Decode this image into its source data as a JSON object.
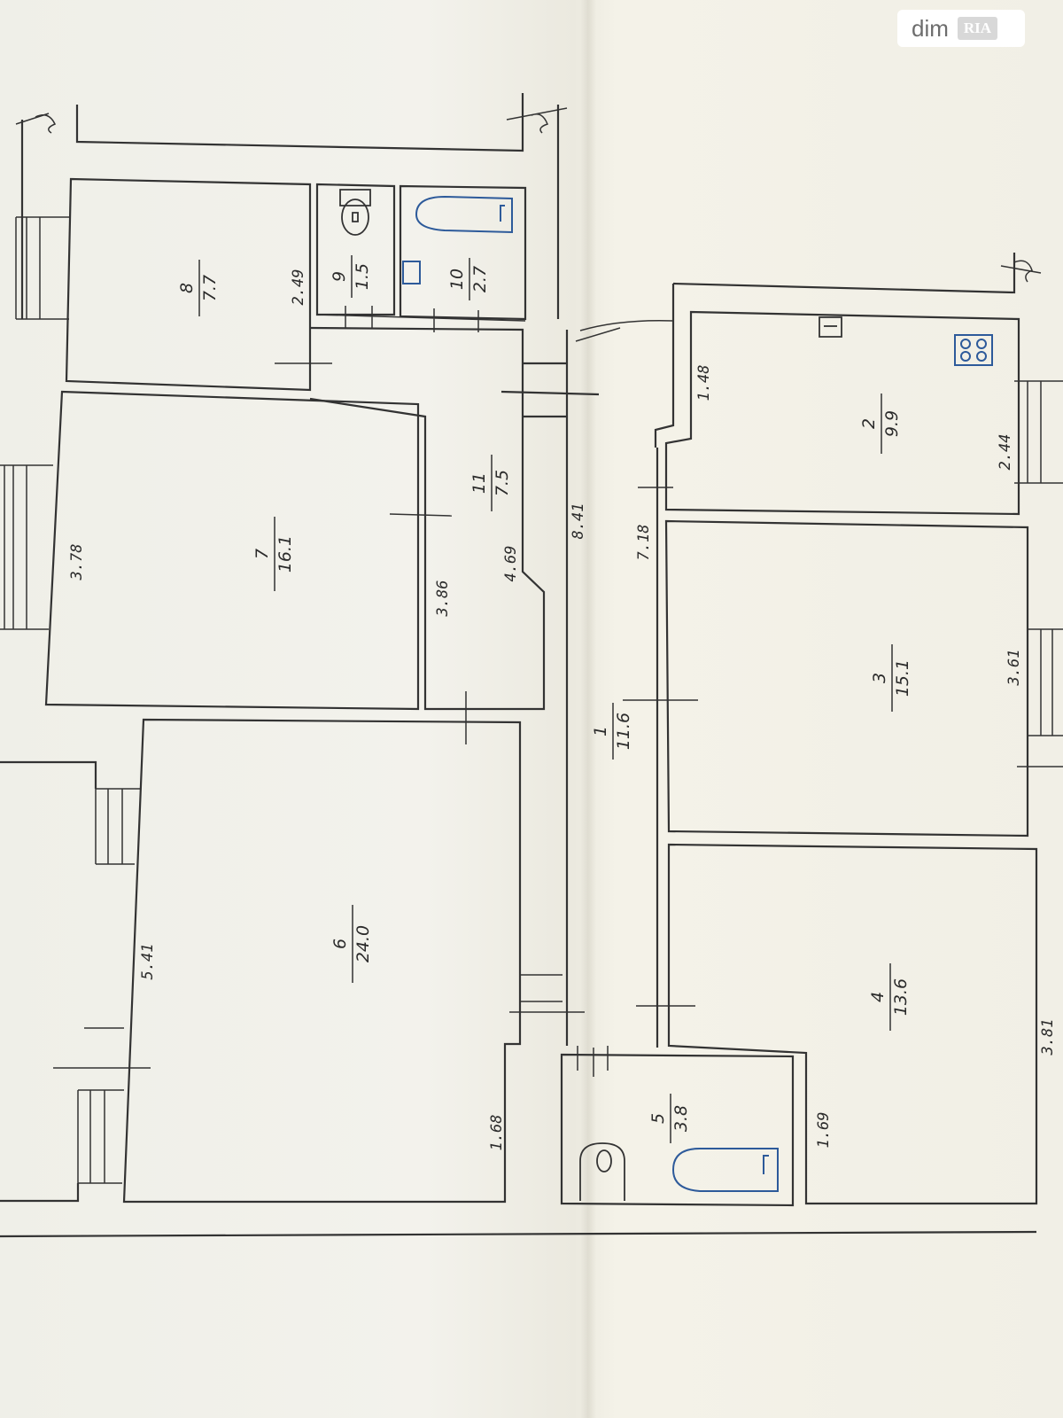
{
  "watermark": {
    "brand": "dim",
    "badge": "RIA"
  },
  "rooms": [
    {
      "number": "1",
      "area": "11.6"
    },
    {
      "number": "2",
      "area": "9.9"
    },
    {
      "number": "3",
      "area": "15.1"
    },
    {
      "number": "4",
      "area": "13.6"
    },
    {
      "number": "5",
      "area": "3.8"
    },
    {
      "number": "6",
      "area": "24.0"
    },
    {
      "number": "7",
      "area": "16.1"
    },
    {
      "number": "8",
      "area": "7.7"
    },
    {
      "number": "9",
      "area": "1.5"
    },
    {
      "number": "10",
      "area": "2.7"
    },
    {
      "number": "11",
      "area": "7.5"
    }
  ],
  "dimensions": [
    "2.49",
    "3.78",
    "3.86",
    "4.69",
    "8.41",
    "1.48",
    "2.44",
    "7.18",
    "3.61",
    "5.41",
    "1.68",
    "1.69",
    "3.81"
  ]
}
